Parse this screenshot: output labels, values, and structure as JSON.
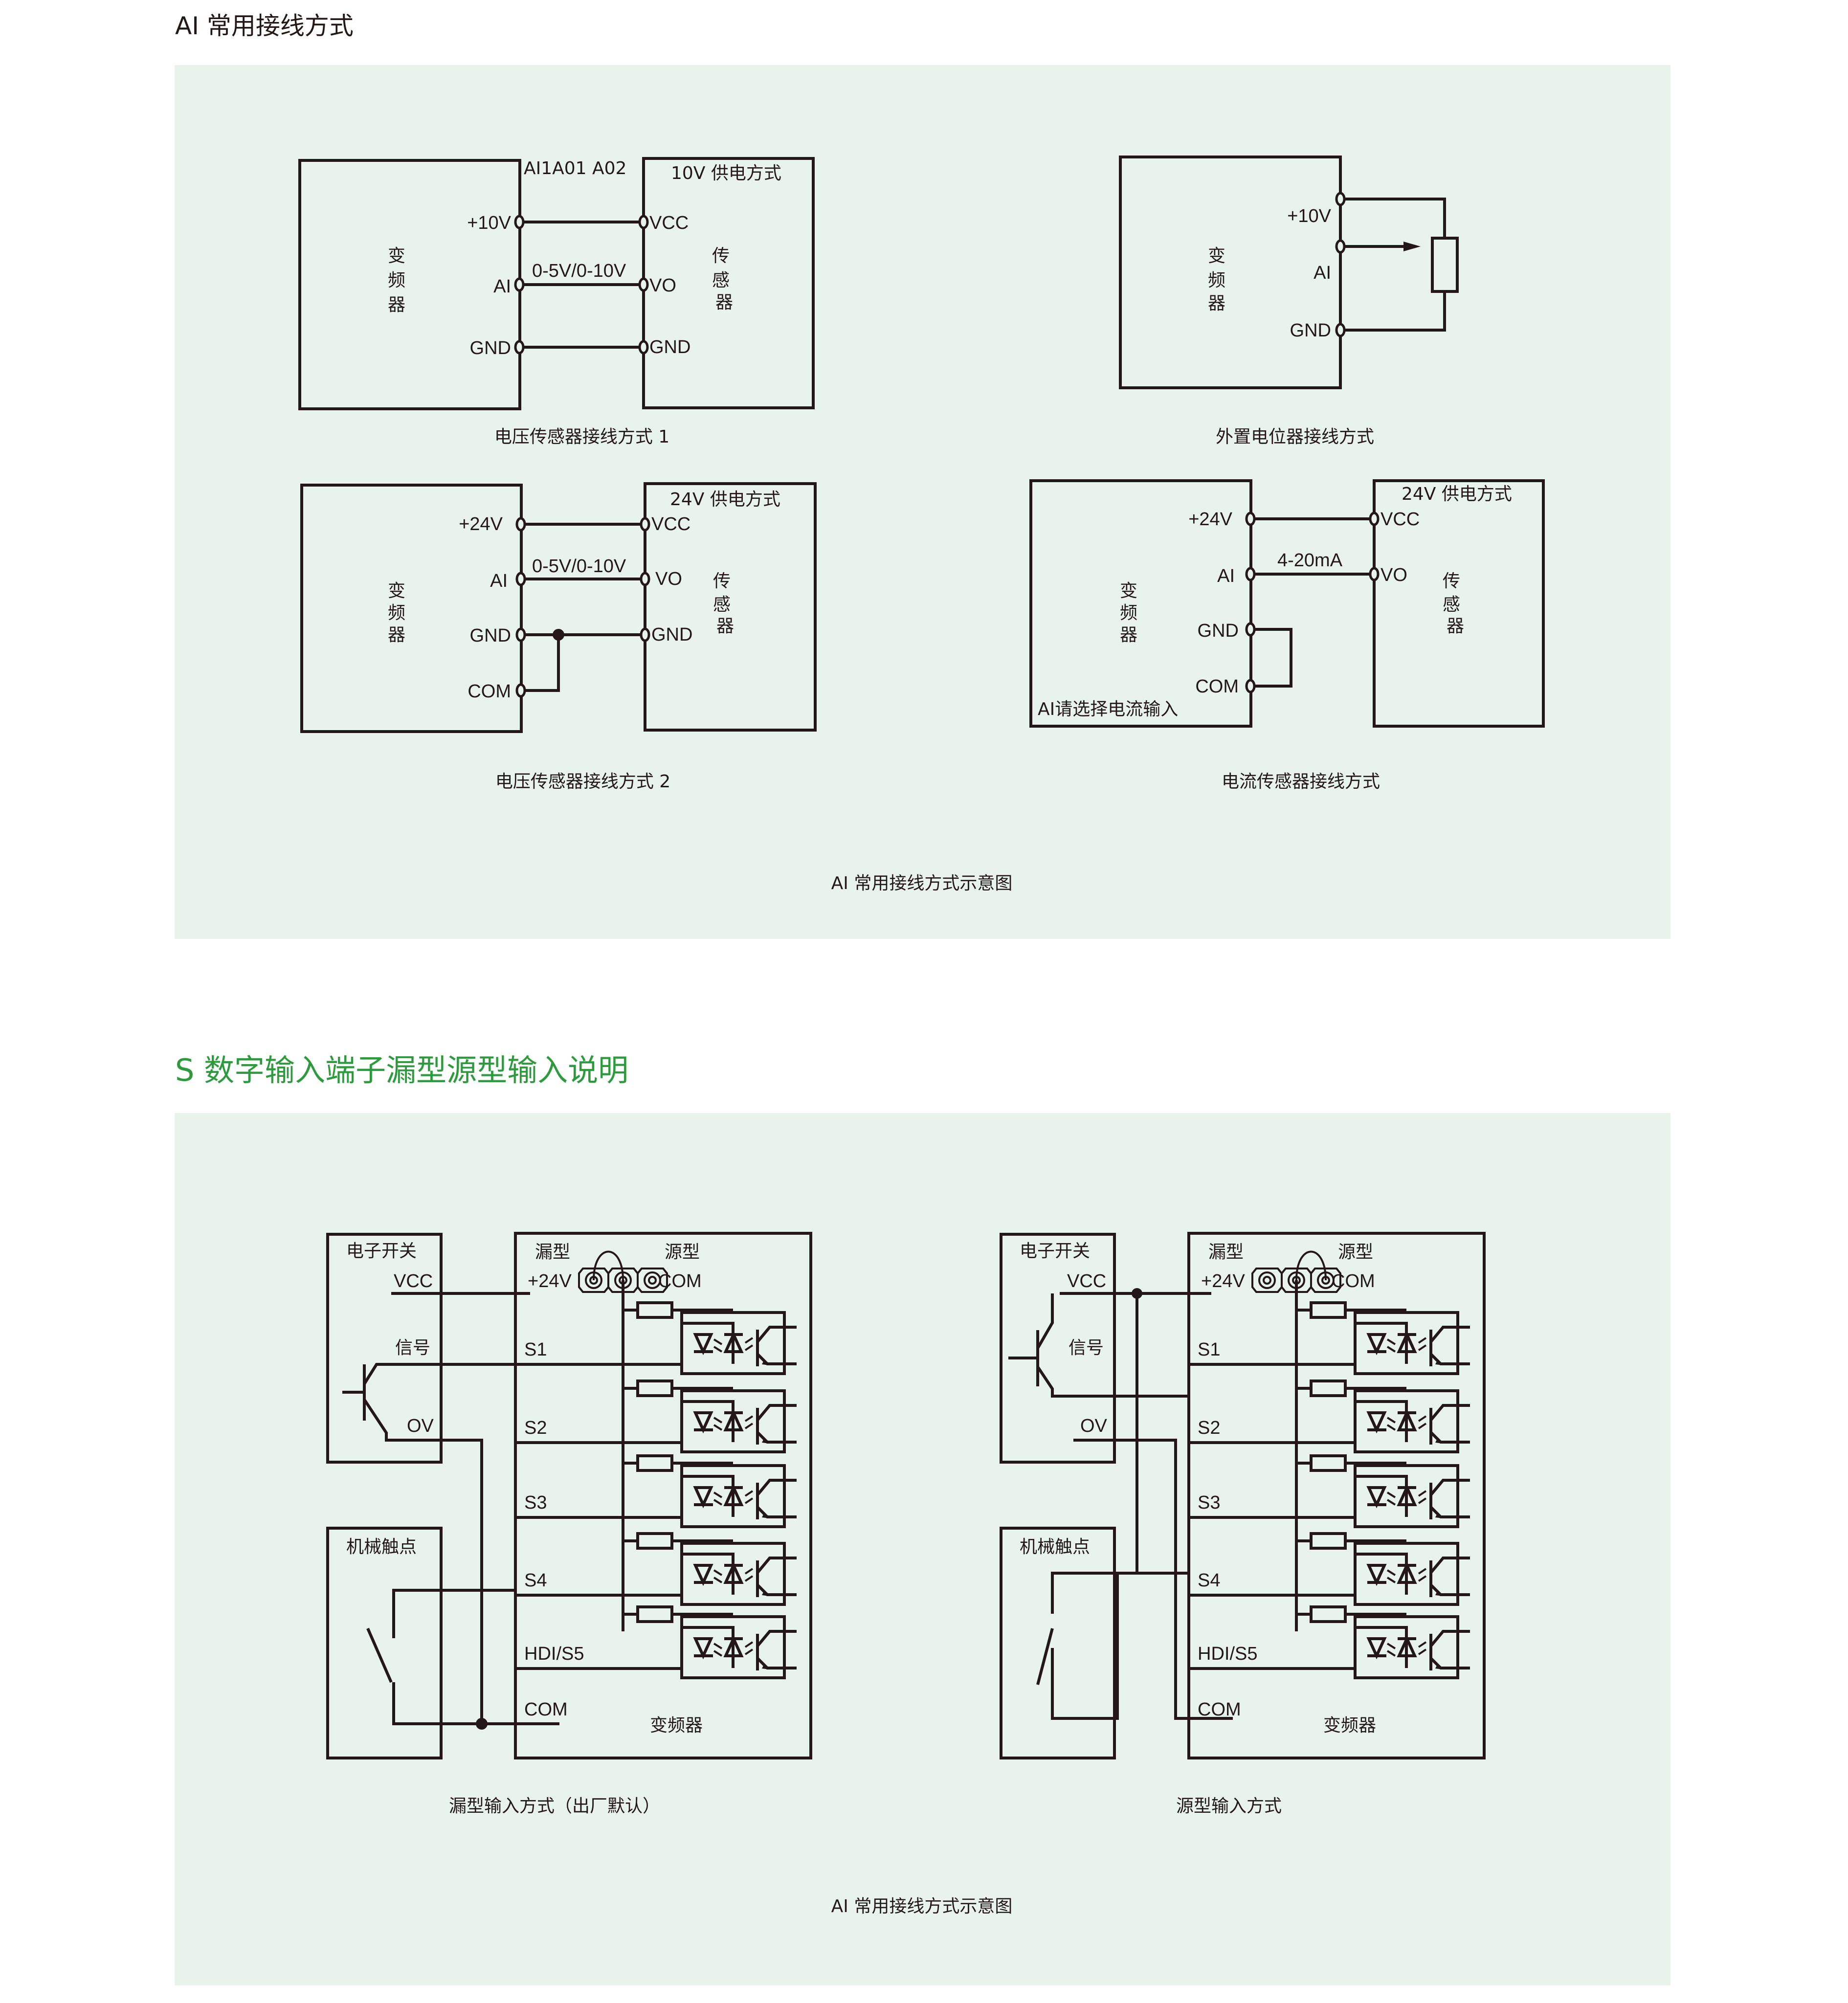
{
  "colors": {
    "panel": "#e8f3ec",
    "ink": "#231815",
    "accent_green": "#2e9a3e",
    "page": "#ffffff"
  },
  "section1": {
    "title": "AI 常用接线方式",
    "caption": "AI 常用接线方式示意图",
    "diagrams": {
      "voltage1": {
        "caption": "电压传感器接线方式 1",
        "inverter_label": [
          "变",
          "频",
          "器"
        ],
        "sensor_label": [
          "传",
          "感",
          "器"
        ],
        "terminal_header": "AI1A01 A02",
        "supply_label": "10V 供电方式",
        "left_terminals": [
          "+10V",
          "AI",
          "GND"
        ],
        "right_terminals": [
          "VCC",
          "VO",
          "GND"
        ],
        "signal_label": "0-5V/0-10V"
      },
      "potentiometer": {
        "caption": "外置电位器接线方式",
        "inverter_label": [
          "变",
          "频",
          "器"
        ],
        "terminals": [
          "+10V",
          "AI",
          "GND"
        ]
      },
      "voltage2": {
        "caption": "电压传感器接线方式 2",
        "inverter_label": [
          "变",
          "频",
          "器"
        ],
        "sensor_label": [
          "传",
          "感",
          "器"
        ],
        "supply_label": "24V 供电方式",
        "left_terminals": [
          "+24V",
          "AI",
          "GND",
          "COM"
        ],
        "right_terminals": [
          "VCC",
          "VO",
          "GND"
        ],
        "signal_label": "0-5V/0-10V"
      },
      "current": {
        "caption": "电流传感器接线方式",
        "inverter_label": [
          "变",
          "频",
          "器"
        ],
        "sensor_label": [
          "传",
          "感",
          "器"
        ],
        "supply_label": "24V 供电方式",
        "left_terminals": [
          "+24V",
          "AI",
          "GND",
          "COM"
        ],
        "right_terminals": [
          "VCC",
          "VO"
        ],
        "signal_label": "4-20mA",
        "note": "AI请选择电流输入"
      }
    }
  },
  "section2": {
    "title": "S 数字输入端子漏型源型输入说明",
    "caption": "AI 常用接线方式示意图",
    "diagrams": {
      "sink": {
        "caption": "漏型输入方式（出厂默认）",
        "switch_box_label": "电子开关",
        "switch_terminals": [
          "VCC",
          "信号",
          "OV"
        ],
        "contact_label": "机械触点",
        "jumper_left": "漏型",
        "jumper_right": "源型",
        "jumper_pins": [
          "+24V",
          "COM"
        ],
        "inputs": [
          "S1",
          "S2",
          "S3",
          "S4",
          "HDI/S5"
        ],
        "com_label": "COM",
        "inverter_label": "变频器"
      },
      "source": {
        "caption": "源型输入方式",
        "switch_box_label": "电子开关",
        "switch_terminals": [
          "VCC",
          "信号",
          "OV"
        ],
        "contact_label": "机械触点",
        "jumper_left": "漏型",
        "jumper_right": "源型",
        "jumper_pins": [
          "+24V",
          "COM"
        ],
        "inputs": [
          "S1",
          "S2",
          "S3",
          "S4",
          "HDI/S5"
        ],
        "com_label": "COM",
        "inverter_label": "变频器"
      }
    }
  }
}
